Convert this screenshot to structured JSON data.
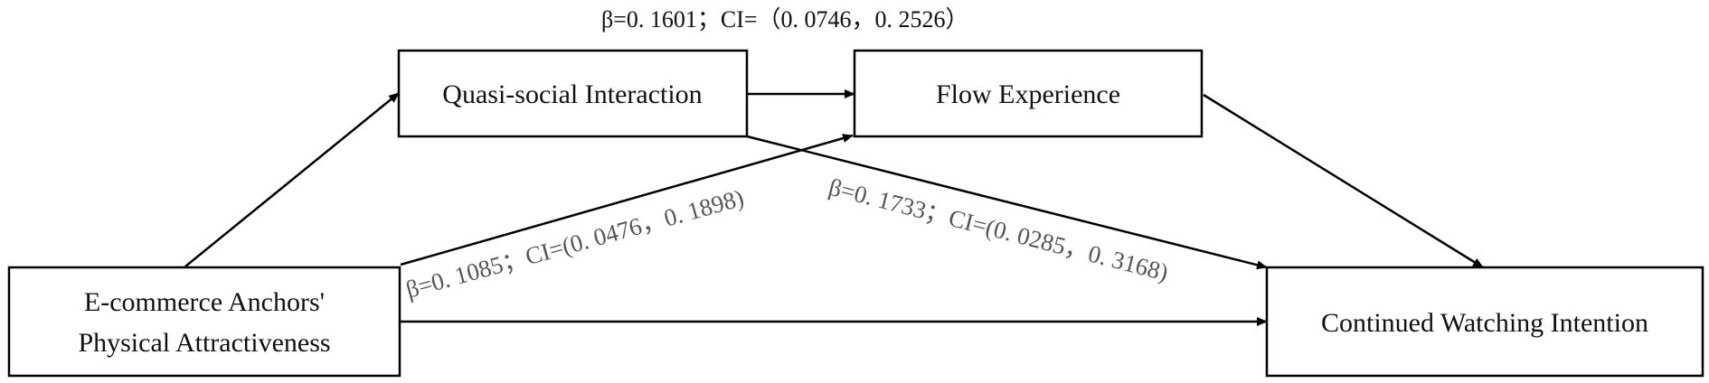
{
  "boxes": {
    "physical_attractiveness": {
      "line1": "E-commerce Anchors'",
      "line2": "Physical Attractiveness"
    },
    "quasi_social": {
      "label": "Quasi-social Interaction"
    },
    "flow_experience": {
      "label": "Flow Experience"
    },
    "continued_watching": {
      "label": "Continued Watching Intention"
    }
  },
  "paths": {
    "top_coefficient": "β=0. 1601；CI=（0. 0746，0. 2526）",
    "flow_path_coefficient": "β=0. 1085；CI=(0. 0476，0. 1898)",
    "quasi_path_coefficient": "β=0. 1733；CI=(0. 0285，0. 3168)"
  },
  "colors": {
    "line": "#000000",
    "coef_text": "#555555"
  }
}
